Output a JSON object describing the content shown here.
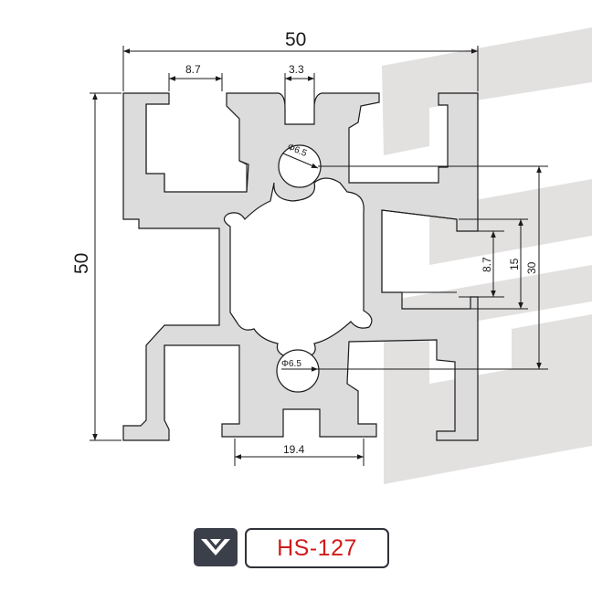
{
  "drawing": {
    "width_label": "50",
    "height_label": "50",
    "slot_width_label": "8.7",
    "gap_label": "3.3",
    "bore_top_label": "Φ6.5",
    "bore_bottom_label": "Φ6.5",
    "bottom_width_label": "19.4",
    "right_inner_label": "8.7",
    "right_mid_label": "15",
    "right_outer_label": "30"
  },
  "footer": {
    "model": "HS-127",
    "logo_icon": "brand-chevron-logo",
    "model_color": "#d11a1a"
  },
  "colors": {
    "profile_fill": "#dcdcdc",
    "outline": "#1a1a1a",
    "watermark": "#e3e0e0"
  }
}
